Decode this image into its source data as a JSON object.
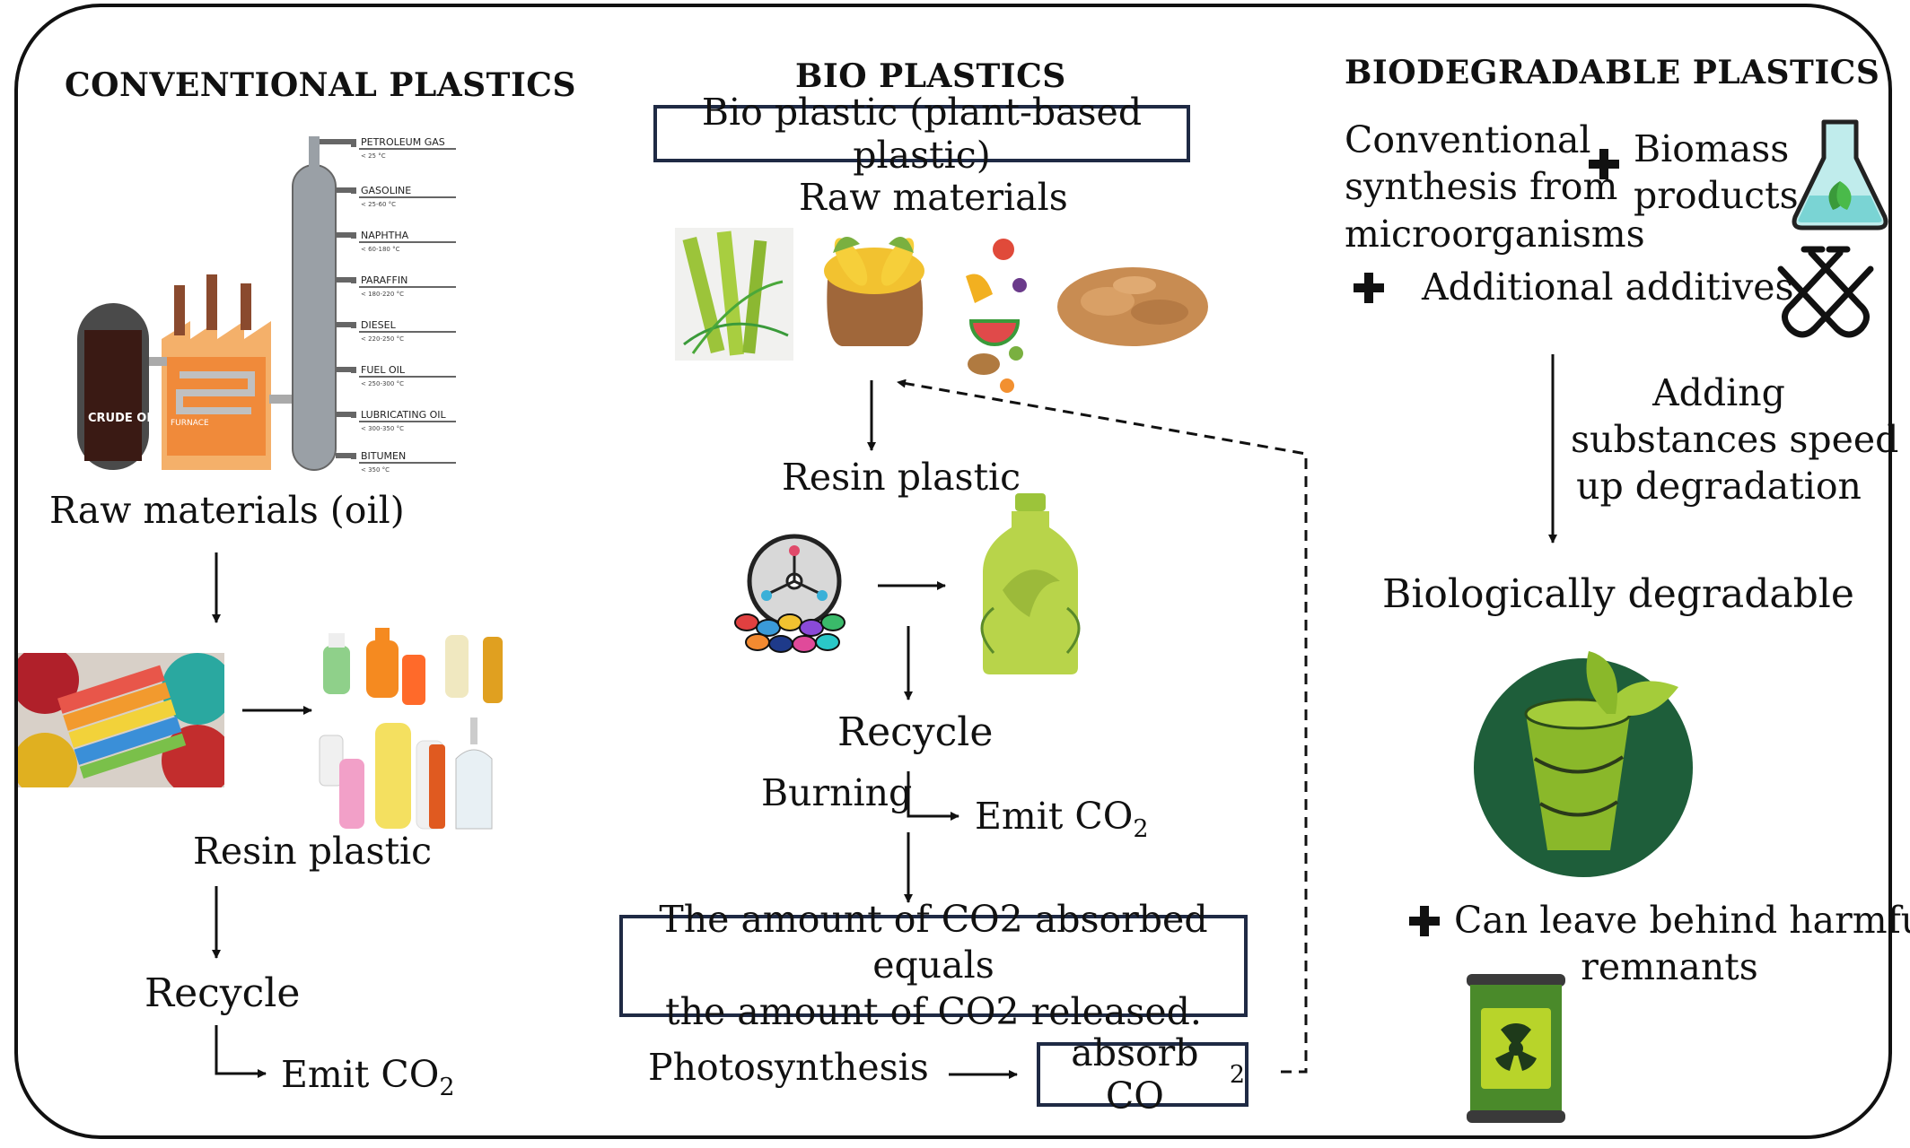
{
  "conventional": {
    "heading": "CONVENTIONAL PLASTICS",
    "refinery_labels": [
      "PETROLEUM GAS",
      "GASOLINE",
      "NAPHTHA",
      "PARAFFIN",
      "DIESEL",
      "FUEL OIL",
      "LUBRICATING OIL",
      "BITUMEN"
    ],
    "refinery_temps": [
      "< 25 °C",
      "< 25-60 °C",
      "< 60-180 °C",
      "< 180-220 °C",
      "< 220-250 °C",
      "< 250-300 °C",
      "< 300-350 °C",
      "< 350 °C"
    ],
    "crude_label": "CRUDE OIL",
    "furnace_label": "FURNACE",
    "raw_materials": "Raw materials (oil)",
    "resin": "Resin plastic",
    "recycle": "Recycle",
    "emit": "Emit CO",
    "emit_sub": "2"
  },
  "bio": {
    "heading": "BIO PLASTICS",
    "box_title": "Bio plastic (plant-based plastic)",
    "raw_materials": "Raw materials",
    "resin": "Resin plastic",
    "recycle": "Recycle",
    "burning": "Burning",
    "emit": "Emit CO",
    "emit_sub": "2",
    "balance_line1": "The amount of CO2 absorbed equals",
    "balance_line2": "the amount of CO2 released.",
    "photosynthesis": "Photosynthesis",
    "absorb": "absorb CO",
    "absorb_sub": "2"
  },
  "biodegradable": {
    "heading": "BIODEGRADABLE PLASTICS",
    "synth_line1": "Conventional",
    "synth_line2": "synthesis from",
    "synth_line3": "microorganisms",
    "biomass_line1": "Biomass",
    "biomass_line2": "products",
    "additives": "Additional additives",
    "adding_line1": "Adding",
    "adding_line2": "substances speed",
    "adding_line3": "up degradation",
    "degradable": "Biologically degradable",
    "harm_line1": "Can leave behind harmful",
    "harm_line2": "remnants"
  },
  "colors": {
    "frame": "#111111",
    "box_border": "#1f2a44",
    "green_dark": "#1e5e3a",
    "green_light": "#9cc43a"
  }
}
